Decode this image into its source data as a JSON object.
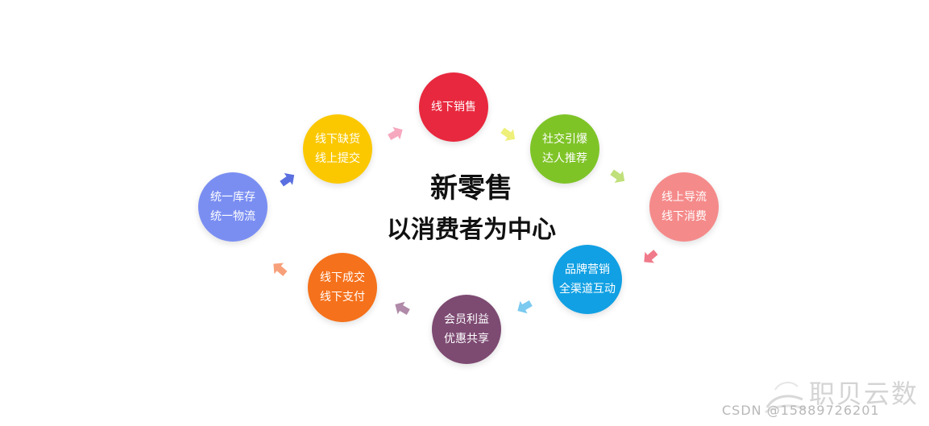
{
  "title": {
    "line1": "新零售",
    "line2": "以消费者为中心"
  },
  "nodes": [
    {
      "id": "offline-sales",
      "lines": [
        "线下销售"
      ],
      "color": "#e8283e"
    },
    {
      "id": "social-traffic",
      "lines": [
        "社交引爆",
        "达人推荐"
      ],
      "color": "#7fc427"
    },
    {
      "id": "online-guide",
      "lines": [
        "线上导流",
        "线下消费"
      ],
      "color": "#f58a8a"
    },
    {
      "id": "brand-marketing",
      "lines": [
        "品牌营销",
        "全渠道互动"
      ],
      "color": "#11a0e3"
    },
    {
      "id": "member-benefits",
      "lines": [
        "会员利益",
        "优惠共享"
      ],
      "color": "#7d4a72"
    },
    {
      "id": "offline-deal",
      "lines": [
        "线下成交",
        "线下支付"
      ],
      "color": "#f5711b"
    },
    {
      "id": "unified-inventory",
      "lines": [
        "统一库存",
        "统一物流"
      ],
      "color": "#7a8ef2"
    },
    {
      "id": "offline-shortage",
      "lines": [
        "线下缺货",
        "线上提交"
      ],
      "color": "#fbc800"
    }
  ],
  "arrows": [
    {
      "id": "arrow-1",
      "color": "#f6a8bf"
    },
    {
      "id": "arrow-2",
      "color": "#eef07a"
    },
    {
      "id": "arrow-3",
      "color": "#bfe07a"
    },
    {
      "id": "arrow-4",
      "color": "#f07a8a"
    },
    {
      "id": "arrow-5",
      "color": "#7bcaf0"
    },
    {
      "id": "arrow-6",
      "color": "#b08aa8"
    },
    {
      "id": "arrow-7",
      "color": "#f7a07a"
    },
    {
      "id": "arrow-8",
      "color": "#5a6fe0"
    }
  ],
  "watermark": {
    "brand": "职贝云数",
    "id_text": "CSDN @15889726201"
  }
}
